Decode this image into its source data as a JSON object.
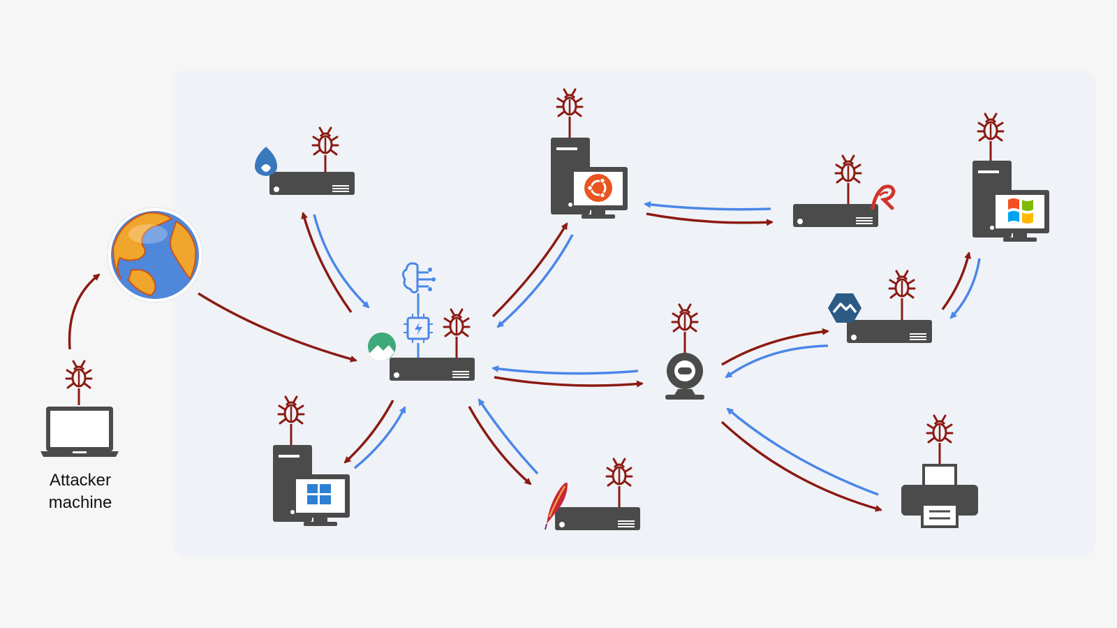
{
  "colors": {
    "attack": "#8b1a12",
    "response": "#4a86e8",
    "device": "#4b4b4b",
    "panel": "#eff2f7",
    "bug": "#8b1a12"
  },
  "attacker": {
    "label_line1": "Attacker",
    "label_line2": "machine",
    "icon": "laptop-icon"
  },
  "nodes": [
    {
      "id": "internet",
      "icon": "globe-icon"
    },
    {
      "id": "attacker-laptop",
      "icon": "laptop-icon",
      "compromised": true
    },
    {
      "id": "drupal-server",
      "icon": "server-icon",
      "badge": "drupal-icon",
      "compromised": true
    },
    {
      "id": "ubuntu-desktop",
      "icon": "desktop-tower-icon",
      "badge": "ubuntu-icon",
      "compromised": true
    },
    {
      "id": "rails-server",
      "icon": "server-icon",
      "badge": "rails-icon",
      "compromised": true
    },
    {
      "id": "windows-xp-desktop",
      "icon": "desktop-tower-icon",
      "badge": "windows-xp-icon",
      "compromised": true
    },
    {
      "id": "ai-gateway-server",
      "icon": "server-icon",
      "badge": "rocky-icon",
      "extras": [
        "brain-icon",
        "chip-icon"
      ],
      "compromised": true
    },
    {
      "id": "webcam",
      "icon": "webcam-icon",
      "compromised": true
    },
    {
      "id": "alpine-server",
      "icon": "server-icon",
      "badge": "alpine-icon",
      "compromised": true
    },
    {
      "id": "windows-desktop",
      "icon": "desktop-tower-icon",
      "badge": "windows-icon",
      "compromised": true
    },
    {
      "id": "apache-server",
      "icon": "server-icon",
      "badge": "apache-feather-icon",
      "compromised": true
    },
    {
      "id": "printer",
      "icon": "printer-icon",
      "compromised": true
    }
  ]
}
